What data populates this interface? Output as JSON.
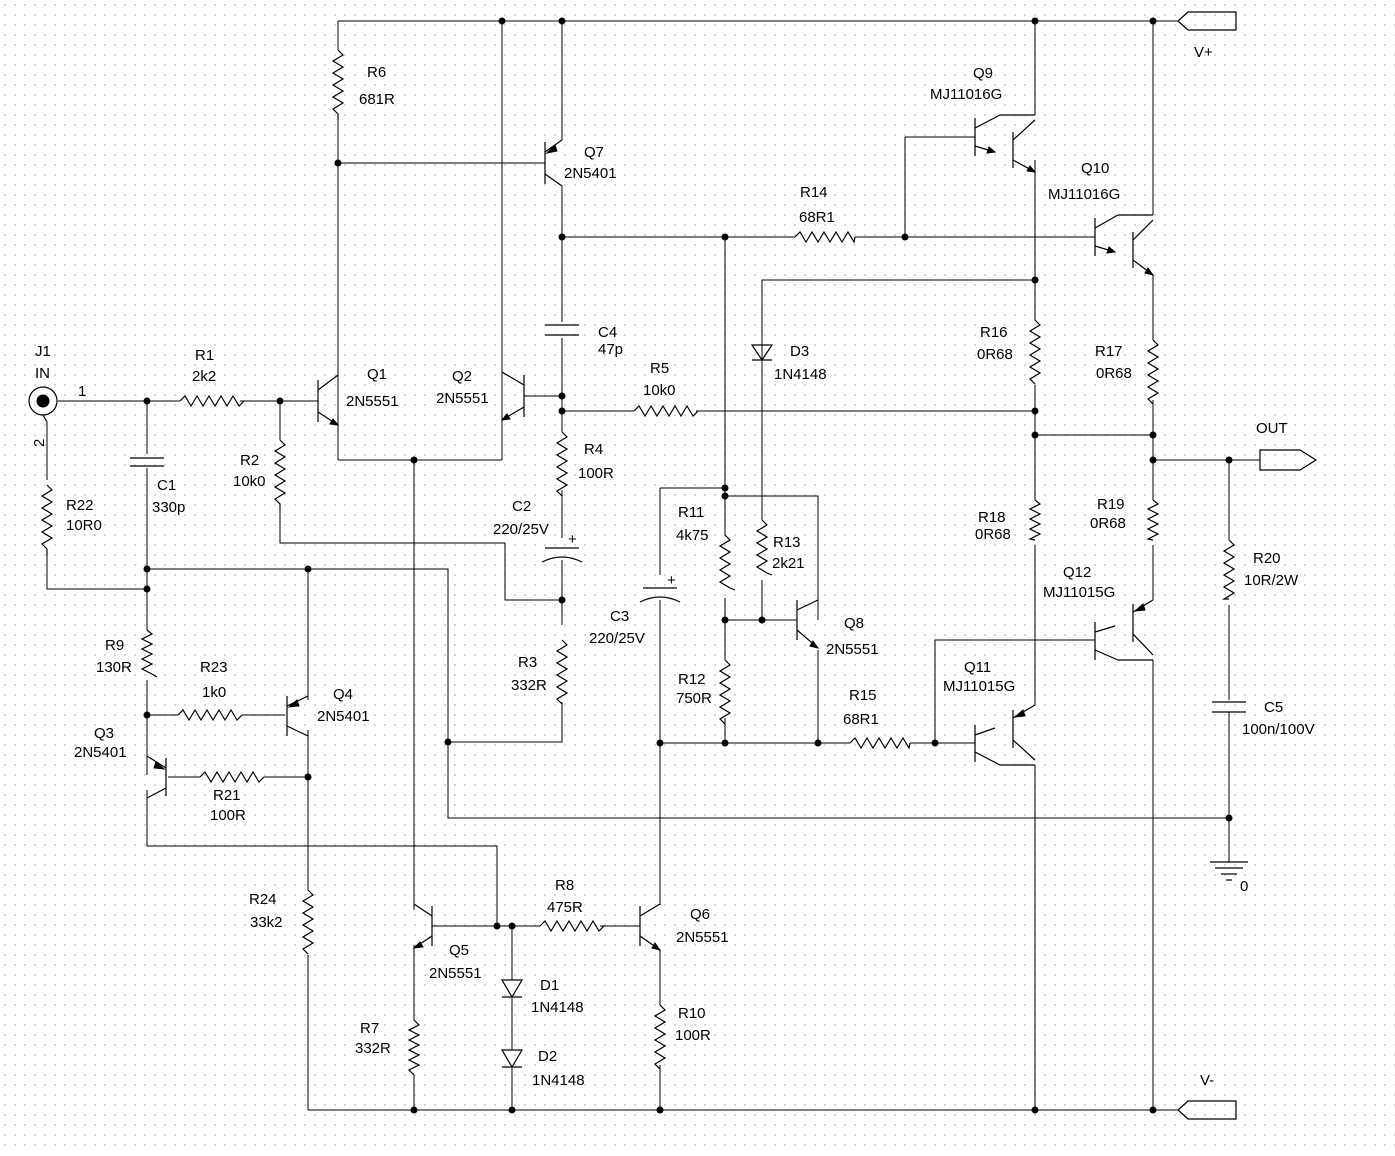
{
  "components": {
    "J1": {
      "ref": "J1",
      "label": "IN",
      "pin1": "1",
      "pin2": "2"
    },
    "R1": {
      "ref": "R1",
      "value": "2k2"
    },
    "R2": {
      "ref": "R2",
      "value": "10k0"
    },
    "R3": {
      "ref": "R3",
      "value": "332R"
    },
    "R4": {
      "ref": "R4",
      "value": "100R"
    },
    "R5": {
      "ref": "R5",
      "value": "10k0"
    },
    "R6": {
      "ref": "R6",
      "value": "681R"
    },
    "R7": {
      "ref": "R7",
      "value": "332R"
    },
    "R8": {
      "ref": "R8",
      "value": "475R"
    },
    "R9": {
      "ref": "R9",
      "value": "130R"
    },
    "R10": {
      "ref": "R10",
      "value": "100R"
    },
    "R11": {
      "ref": "R11",
      "value": "4k75"
    },
    "R12": {
      "ref": "R12",
      "value": "750R"
    },
    "R13": {
      "ref": "R13",
      "value": "2k21"
    },
    "R14": {
      "ref": "R14",
      "value": "68R1"
    },
    "R15": {
      "ref": "R15",
      "value": "68R1"
    },
    "R16": {
      "ref": "R16",
      "value": "0R68"
    },
    "R17": {
      "ref": "R17",
      "value": "0R68"
    },
    "R18": {
      "ref": "R18",
      "value": "0R68"
    },
    "R19": {
      "ref": "R19",
      "value": "0R68"
    },
    "R20": {
      "ref": "R20",
      "value": "10R/2W"
    },
    "R21": {
      "ref": "R21",
      "value": "100R"
    },
    "R22": {
      "ref": "R22",
      "value": "10R0"
    },
    "R23": {
      "ref": "R23",
      "value": "1k0"
    },
    "R24": {
      "ref": "R24",
      "value": "33k2"
    },
    "C1": {
      "ref": "C1",
      "value": "330p"
    },
    "C2": {
      "ref": "C2",
      "value": "220/25V"
    },
    "C3": {
      "ref": "C3",
      "value": "220/25V"
    },
    "C4": {
      "ref": "C4",
      "value": "47p"
    },
    "C5": {
      "ref": "C5",
      "value": "100n/100V"
    },
    "D1": {
      "ref": "D1",
      "value": "1N4148"
    },
    "D2": {
      "ref": "D2",
      "value": "1N4148"
    },
    "D3": {
      "ref": "D3",
      "value": "1N4148"
    },
    "Q1": {
      "ref": "Q1",
      "value": "2N5551"
    },
    "Q2": {
      "ref": "Q2",
      "value": "2N5551"
    },
    "Q3": {
      "ref": "Q3",
      "value": "2N5401"
    },
    "Q4": {
      "ref": "Q4",
      "value": "2N5401"
    },
    "Q5": {
      "ref": "Q5",
      "value": "2N5551"
    },
    "Q6": {
      "ref": "Q6",
      "value": "2N5551"
    },
    "Q7": {
      "ref": "Q7",
      "value": "2N5401"
    },
    "Q8": {
      "ref": "Q8",
      "value": "2N5551"
    },
    "Q9": {
      "ref": "Q9",
      "value": "MJ11016G"
    },
    "Q10": {
      "ref": "Q10",
      "value": "MJ11016G"
    },
    "Q11": {
      "ref": "Q11",
      "value": "MJ11015G"
    },
    "Q12": {
      "ref": "Q12",
      "value": "MJ11015G"
    },
    "C2_polarity": "+",
    "C3_polarity": "+"
  },
  "ports": {
    "vplus": "V+",
    "vminus": "V-",
    "out": "OUT",
    "ground": "0"
  }
}
